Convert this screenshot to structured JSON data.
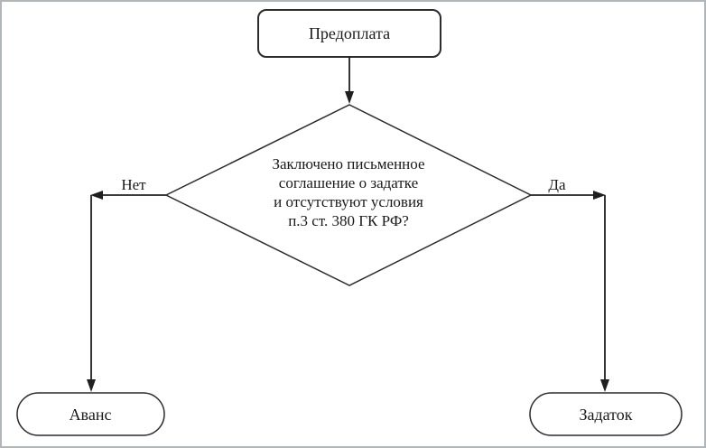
{
  "diagram": {
    "type": "flowchart",
    "start_node": {
      "label": "Предоплата"
    },
    "decision_node": {
      "lines": [
        "Заключено письменное",
        "соглашение о задатке",
        "и отсутствуют условия",
        "п.3 ст. 380 ГК РФ?"
      ],
      "full_text": "Заключено письменное соглашение о задатке и отсутствуют условия п.3 ст. 380 ГК РФ?"
    },
    "branches": {
      "no": {
        "label": "Нет",
        "result": "Аванс"
      },
      "yes": {
        "label": "Да",
        "result": "Задаток"
      }
    },
    "colors": {
      "background": "#ffffff",
      "frame_border": "#b3b6b9",
      "line": "#1f1f1f",
      "text": "#1a1a1a",
      "shape_fill": "#ffffff"
    }
  }
}
